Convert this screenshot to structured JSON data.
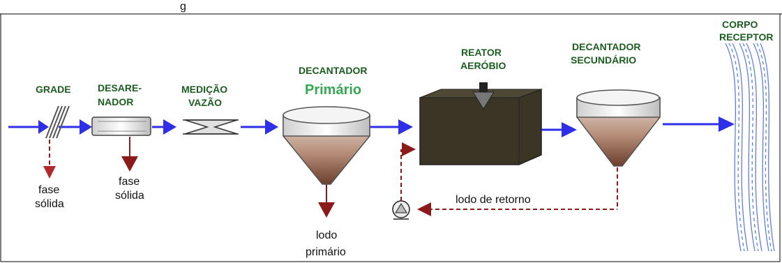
{
  "header_fragment": "g",
  "units": {
    "grade": "GRADE",
    "desarenador_1": "DESARE-",
    "desarenador_2": "NADOR",
    "medicao_1": "MEDIÇÃO",
    "medicao_2": "VAZÃO",
    "decantador_primario_1": "DECANTADOR",
    "decantador_primario_2": "Primário",
    "reator_1": "REATOR",
    "reator_2": "AERÓBIO",
    "decantador_secundario_1": "DECANTADOR",
    "decantador_secundario_2": "SECUNDÁRIO",
    "corpo_1": "CORPO",
    "corpo_2": "RECEPTOR"
  },
  "outputs": {
    "fase_solida_1a": "fase",
    "fase_solida_1b": "sólida",
    "fase_solida_2a": "fase",
    "fase_solida_2b": "sólida",
    "lodo_primario_a": "lodo",
    "lodo_primario_b": "primário",
    "lodo_retorno": "lodo de retorno"
  },
  "colors": {
    "flow_arrow": "#2f2fe8",
    "sludge_arrow": "#8b1a1a",
    "label_green": "#1b5e20",
    "primario_green": "#34a853",
    "reactor": "#3b3526",
    "sludge": "#8a5a44"
  }
}
